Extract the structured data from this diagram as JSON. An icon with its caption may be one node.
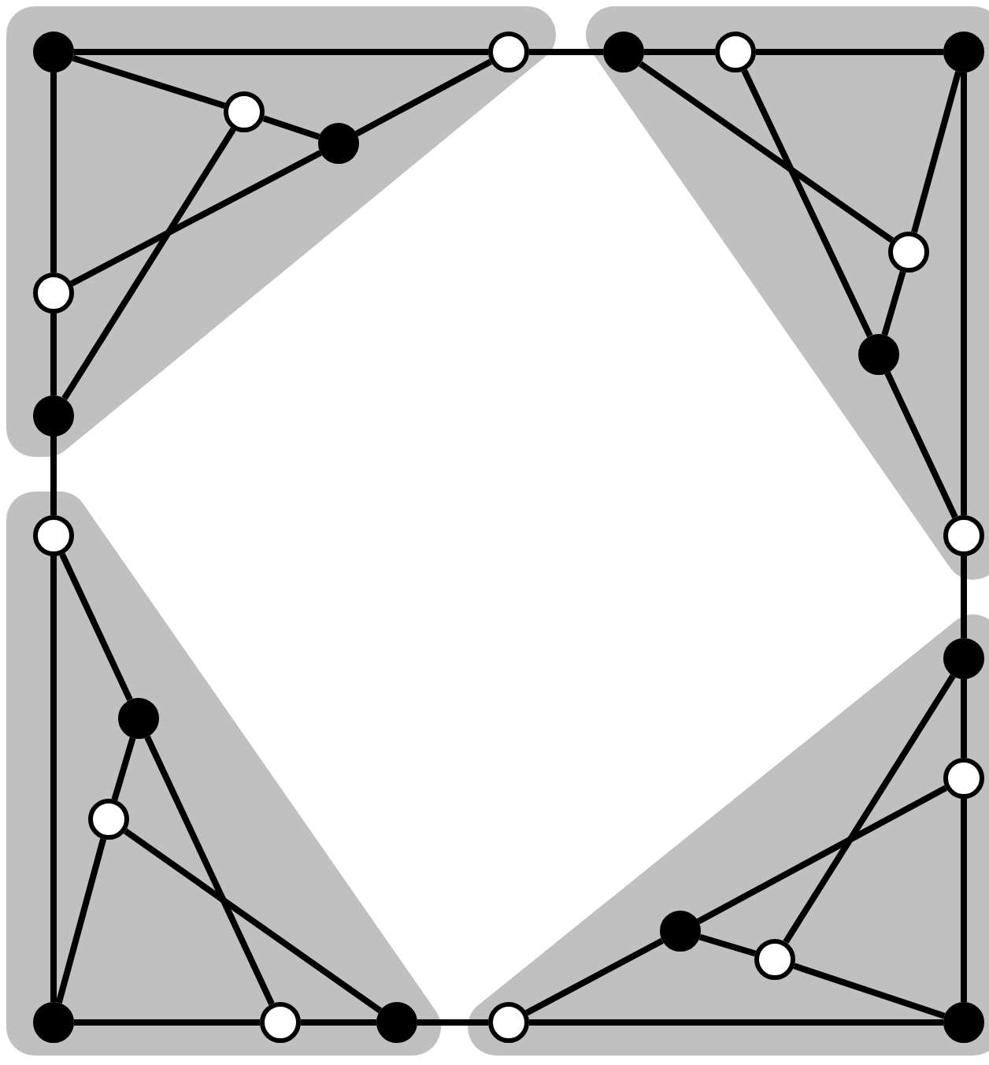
{
  "diagram": {
    "nodes": [
      {
        "text": [],
        "shape": "circle"
      },
      {
        "text": [],
        "shape": "circle"
      },
      {
        "text": [],
        "shape": "circle"
      },
      {
        "text": [],
        "shape": "circle"
      },
      {
        "text": [],
        "shape": "circle"
      },
      {
        "text": [],
        "shape": "circle"
      },
      {
        "text": [],
        "shape": "circle"
      },
      {
        "text": [],
        "shape": "circle"
      },
      {
        "text": [],
        "shape": "circle"
      },
      {
        "text": [],
        "shape": "circle"
      },
      {
        "text": [],
        "shape": "circle"
      },
      {
        "text": [],
        "shape": "circle"
      },
      {
        "text": [],
        "shape": "circle"
      },
      {
        "text": [],
        "shape": "circle"
      },
      {
        "text": [],
        "shape": "circle"
      },
      {
        "text": [],
        "shape": "circle"
      },
      {
        "text": [],
        "shape": "circle"
      },
      {
        "text": [],
        "shape": "circle"
      },
      {
        "text": [],
        "shape": "circle"
      },
      {
        "text": [],
        "shape": "circle"
      },
      {
        "text": [],
        "shape": "circle"
      },
      {
        "text": [],
        "shape": "circle"
      },
      {
        "text": [],
        "shape": "circle"
      },
      {
        "text": [],
        "shape": "circle"
      }
    ],
    "edges": [
      {
        "from": 0,
        "to": 1,
        "arrow": "none"
      },
      {
        "from": 0,
        "to": 5,
        "arrow": "none"
      },
      {
        "from": 5,
        "to": 6,
        "arrow": "none"
      },
      {
        "from": 6,
        "to": 1,
        "arrow": "none"
      },
      {
        "from": 6,
        "to": 8,
        "arrow": "none"
      },
      {
        "from": 5,
        "to": 10,
        "arrow": "none"
      },
      {
        "from": 0,
        "to": 8,
        "arrow": "none"
      },
      {
        "from": 8,
        "to": 10,
        "arrow": "none"
      },
      {
        "from": 10,
        "to": 11,
        "arrow": "none"
      },
      {
        "from": 1,
        "to": 2,
        "arrow": "none"
      },
      {
        "from": 2,
        "to": 3,
        "arrow": "none"
      },
      {
        "from": 3,
        "to": 4,
        "arrow": "none"
      },
      {
        "from": 2,
        "to": 7,
        "arrow": "none"
      },
      {
        "from": 3,
        "to": 9,
        "arrow": "none"
      },
      {
        "from": 4,
        "to": 7,
        "arrow": "none"
      },
      {
        "from": 7,
        "to": 9,
        "arrow": "none"
      },
      {
        "from": 9,
        "to": 12,
        "arrow": "none"
      },
      {
        "from": 4,
        "to": 12,
        "arrow": "none"
      },
      {
        "from": 11,
        "to": 14,
        "arrow": "none"
      },
      {
        "from": 14,
        "to": 16,
        "arrow": "none"
      },
      {
        "from": 16,
        "to": 19,
        "arrow": "none"
      },
      {
        "from": 14,
        "to": 20,
        "arrow": "none"
      },
      {
        "from": 16,
        "to": 21,
        "arrow": "none"
      },
      {
        "from": 11,
        "to": 19,
        "arrow": "none"
      },
      {
        "from": 19,
        "to": 20,
        "arrow": "none"
      },
      {
        "from": 20,
        "to": 21,
        "arrow": "none"
      },
      {
        "from": 21,
        "to": 22,
        "arrow": "none"
      },
      {
        "from": 12,
        "to": 13,
        "arrow": "none"
      },
      {
        "from": 13,
        "to": 15,
        "arrow": "none"
      },
      {
        "from": 15,
        "to": 23,
        "arrow": "none"
      },
      {
        "from": 22,
        "to": 17,
        "arrow": "none"
      },
      {
        "from": 17,
        "to": 15,
        "arrow": "none"
      },
      {
        "from": 17,
        "to": 18,
        "arrow": "none"
      },
      {
        "from": 13,
        "to": 18,
        "arrow": "none"
      },
      {
        "from": 18,
        "to": 23,
        "arrow": "none"
      },
      {
        "from": 22,
        "to": 23,
        "arrow": "none"
      }
    ]
  }
}
